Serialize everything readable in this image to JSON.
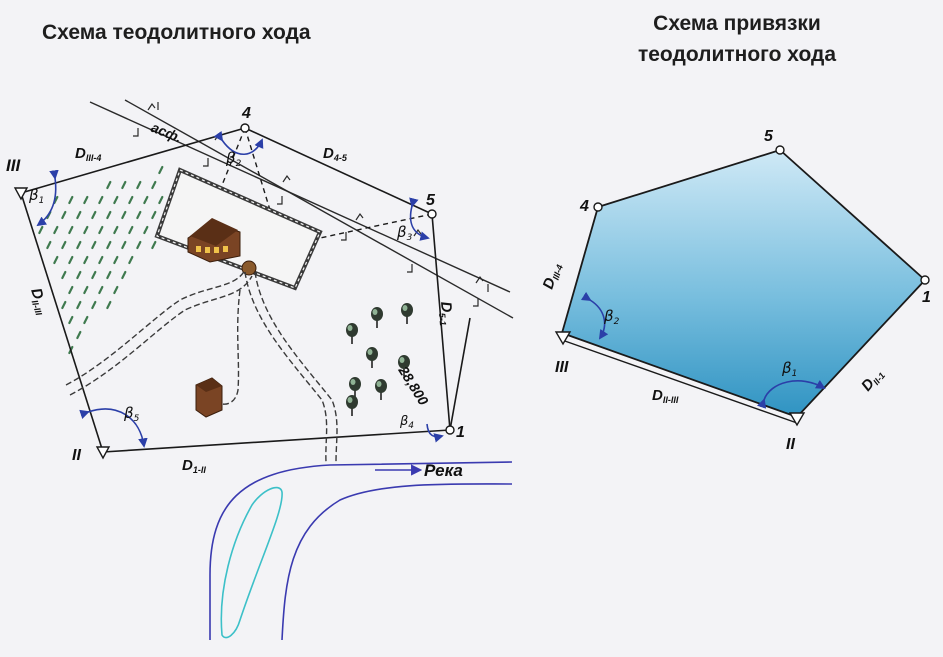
{
  "left_diagram": {
    "title": "Схема теодолитного хода",
    "stations": {
      "III": "III",
      "II": "II",
      "p1": "1",
      "p4": "4",
      "p5": "5"
    },
    "sides": {
      "d_3_4": {
        "main": "D",
        "sub": "III-4"
      },
      "d_4_5": {
        "main": "D",
        "sub": "4-5"
      },
      "d_5_1": {
        "main": "D",
        "sub": "5-1"
      },
      "d_1_2": {
        "main": "D",
        "sub": "1-II"
      },
      "d_2_3": {
        "main": "D",
        "sub": "II-III"
      }
    },
    "angles": {
      "b1": {
        "main": "β",
        "sub": "1"
      },
      "b2": {
        "main": "β",
        "sub": "2"
      },
      "b3": {
        "main": "β",
        "sub": "3"
      },
      "b4": {
        "main": "β",
        "sub": "4"
      },
      "b5": {
        "main": "β",
        "sub": "5"
      }
    },
    "road_label": "асф.",
    "measurement": "28,800",
    "river_label": "Река"
  },
  "right_diagram": {
    "title_line1": "Схема привязки",
    "title_line2": "теодолитного хода",
    "stations": {
      "p5": "5",
      "p4": "4",
      "p1": "1",
      "III": "III",
      "II": "II"
    },
    "sides": {
      "d_3_4": {
        "main": "D",
        "sub": "III-4"
      },
      "d_2_3": {
        "main": "D",
        "sub": "II-III"
      },
      "d_2_1": {
        "main": "D",
        "sub": "II-1"
      }
    },
    "angles": {
      "b1": {
        "main": "β",
        "sub": "1"
      },
      "b2": {
        "main": "β",
        "sub": "2"
      }
    }
  },
  "colors": {
    "line": "#1a1a1a",
    "angle_arc": "#2b3fa8",
    "river": "#3a3ab0",
    "lake": "#3cc0c8",
    "road": "#3a3a3a",
    "grass": "#3f7a4f",
    "house_brown": "#6b3a1f",
    "house_yellow": "#f0c24a",
    "polygon_top": "#a9d6ec",
    "polygon_bottom": "#2f93c2"
  }
}
